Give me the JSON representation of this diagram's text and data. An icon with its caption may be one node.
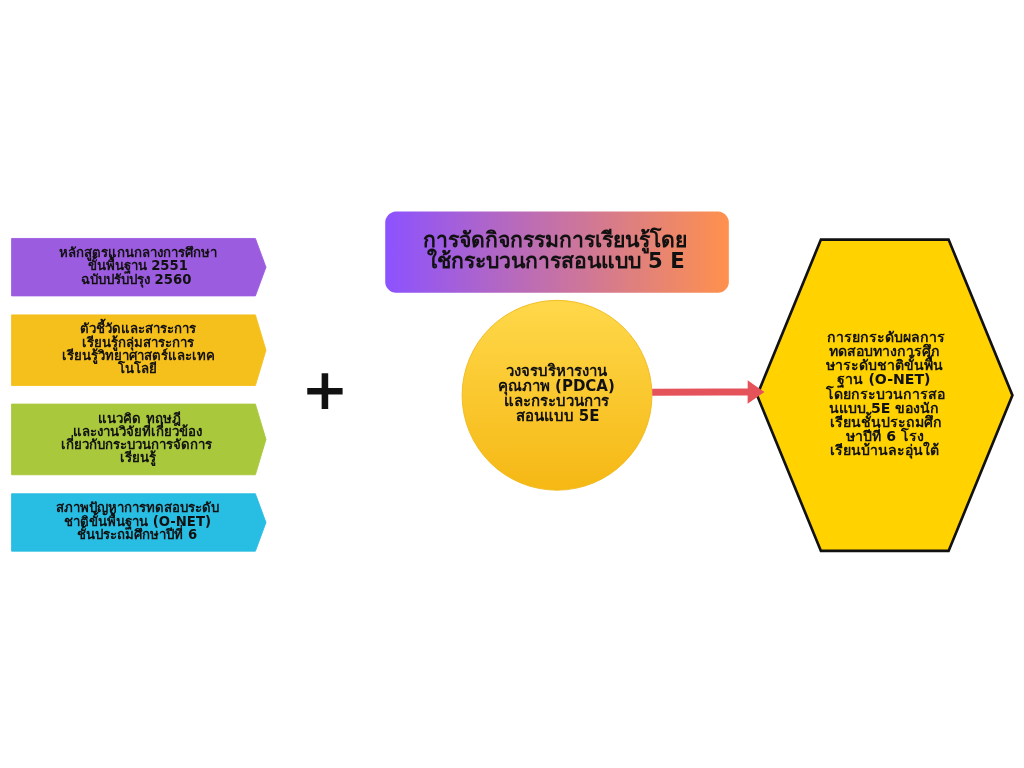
{
  "diagram": {
    "nodes": [
      {
        "text": [
          "การจัดกิจกรรมการเรียนรู้โดยใช้กระบวนการสอนแบบ 5 E"
        ]
      },
      {
        "text": [
          "หลักสูตรแกนกลางการศึกษาขั้นพื้นฐาน 2551 ฉบับปรับปรุง 2560"
        ]
      },
      {
        "text": [
          "ตัวชี้วัดและสาระการเรียนรู้กลุ่มสาระการเรียนรู้วิทยาศาสตร์และเทคโนโลยี"
        ]
      },
      {
        "text": [
          "แนวคิด ทฤษฎี และงานวิจัยที่เกี่ยวข้องเกี่ยวกับกระบวนการจัดการเรียนรู้"
        ]
      },
      {
        "text": [
          "สภาพปัญหาการทดสอบระดับชาติขั้นพื้นฐาน (O-NET) ชั้นประถมศึกษาปีที่ 6"
        ]
      },
      {
        "text": [
          "วงจรบริหารงานคุณภาพ (PDCA) และกระบวนการสอนแบบ 5E"
        ]
      },
      {
        "text": [
          "การยกระดับผลการทดสอบทางการศึกษาระดับชาติขั้นพื้นฐาน (O-NET) โดยกระบวนการสอนแบบ 5E ของนักเรียนชั้นประถมศึกษาปีที่ 6 โรงเรียนบ้านละอุ่นใต้"
        ]
      }
    ],
    "edges": [
      {
        "from": 5,
        "to": 6,
        "arrow": "to",
        "color": "#e5535a"
      }
    ],
    "labels": [
      "+"
    ]
  }
}
